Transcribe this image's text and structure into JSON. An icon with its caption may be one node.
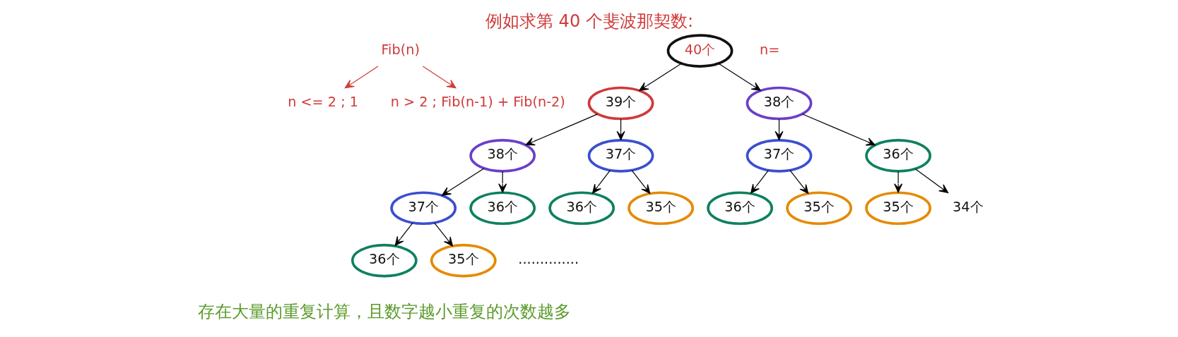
{
  "diagram": {
    "title": "例如求第 40 个斐波那契数:",
    "caption": "存在大量的重复计算，且数字越小重复的次数越多",
    "nodes": [
      {
        "text": [
          "Fib(n)"
        ]
      },
      {
        "text": [
          "n <= 2 ; 1"
        ]
      },
      {
        "text": [
          "n > 2 ; Fib(n-1) + Fib(n-2)"
        ]
      },
      {
        "text": [
          "40个"
        ]
      },
      {
        "text": [
          "39个"
        ]
      },
      {
        "text": [
          "38个"
        ]
      },
      {
        "text": [
          "38个"
        ]
      },
      {
        "text": [
          "37个"
        ]
      },
      {
        "text": [
          "37个"
        ]
      },
      {
        "text": [
          "36个"
        ]
      },
      {
        "text": [
          "37个"
        ]
      },
      {
        "text": [
          "36个"
        ]
      },
      {
        "text": [
          "36个"
        ]
      },
      {
        "text": [
          "35个"
        ]
      },
      {
        "text": [
          "36个"
        ]
      },
      {
        "text": [
          "35个"
        ]
      },
      {
        "text": [
          "35个"
        ]
      },
      {
        "text": [
          "34个"
        ]
      },
      {
        "text": [
          "36个"
        ]
      },
      {
        "text": [
          "35个"
        ]
      }
    ],
    "edges": [
      {
        "from": 0,
        "to": 1,
        "arrow": "to",
        "color": "#d03a3a"
      },
      {
        "from": 0,
        "to": 2,
        "arrow": "to",
        "color": "#d03a3a"
      },
      {
        "from": 3,
        "to": 4,
        "arrow": "to"
      },
      {
        "from": 3,
        "to": 5,
        "arrow": "to"
      },
      {
        "from": 4,
        "to": 6,
        "arrow": "to"
      },
      {
        "from": 4,
        "to": 7,
        "arrow": "to"
      },
      {
        "from": 5,
        "to": 8,
        "arrow": "to"
      },
      {
        "from": 5,
        "to": 9,
        "arrow": "to"
      },
      {
        "from": 6,
        "to": 10,
        "arrow": "to"
      },
      {
        "from": 6,
        "to": 11,
        "arrow": "to"
      },
      {
        "from": 7,
        "to": 12,
        "arrow": "to"
      },
      {
        "from": 7,
        "to": 13,
        "arrow": "to"
      },
      {
        "from": 8,
        "to": 14,
        "arrow": "to"
      },
      {
        "from": 8,
        "to": 15,
        "arrow": "to"
      },
      {
        "from": 9,
        "to": 16,
        "arrow": "to"
      },
      {
        "from": 9,
        "to": 17,
        "arrow": "to"
      },
      {
        "from": 10,
        "to": 18,
        "arrow": "to"
      },
      {
        "from": 10,
        "to": 19,
        "arrow": "to"
      }
    ],
    "labels": [
      "n=",
      ".............."
    ]
  }
}
